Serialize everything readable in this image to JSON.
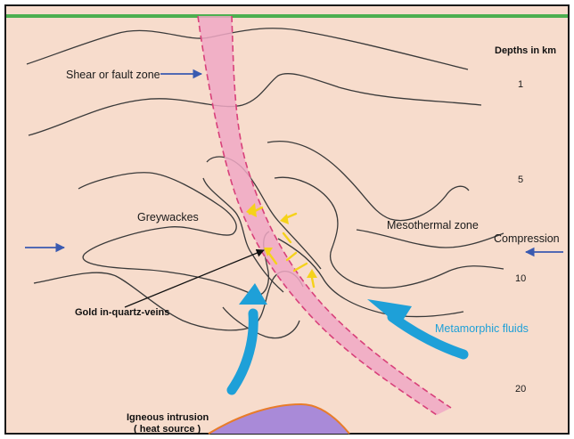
{
  "colors": {
    "background": "#f7dccc",
    "shear_zone_fill": "#f0a8c4",
    "shear_zone_border": "#d8407a",
    "surface_line": "#4caf50",
    "strata_line": "#3a3a3a",
    "fluid_arrow": "#1ea0d8",
    "compression_arrow": "#3a5ab0",
    "gold_arrows": "#f5d21a",
    "intrusion_fill": "#a98ad8",
    "intrusion_edge": "#e87c2a"
  },
  "labels": {
    "shear_zone": "Shear or fault zone",
    "depths_title": "Depths in km",
    "greywackes": "Greywackes",
    "mesothermal_zone": "Mesothermal zone",
    "compression": "Compression",
    "gold_veins": "Gold in-quartz-veins",
    "metamorphic_fluids": "Metamorphic fluids",
    "igneous_line1": "Igneous intrusion",
    "igneous_line2": "( heat source )"
  },
  "depth_scale": [
    "1",
    "5",
    "10",
    "20"
  ],
  "icons": [
    "blue-arrow-right-icon",
    "blue-arrow-left-icon",
    "fluid-arrow-icon",
    "gold-arrow-icon"
  ]
}
